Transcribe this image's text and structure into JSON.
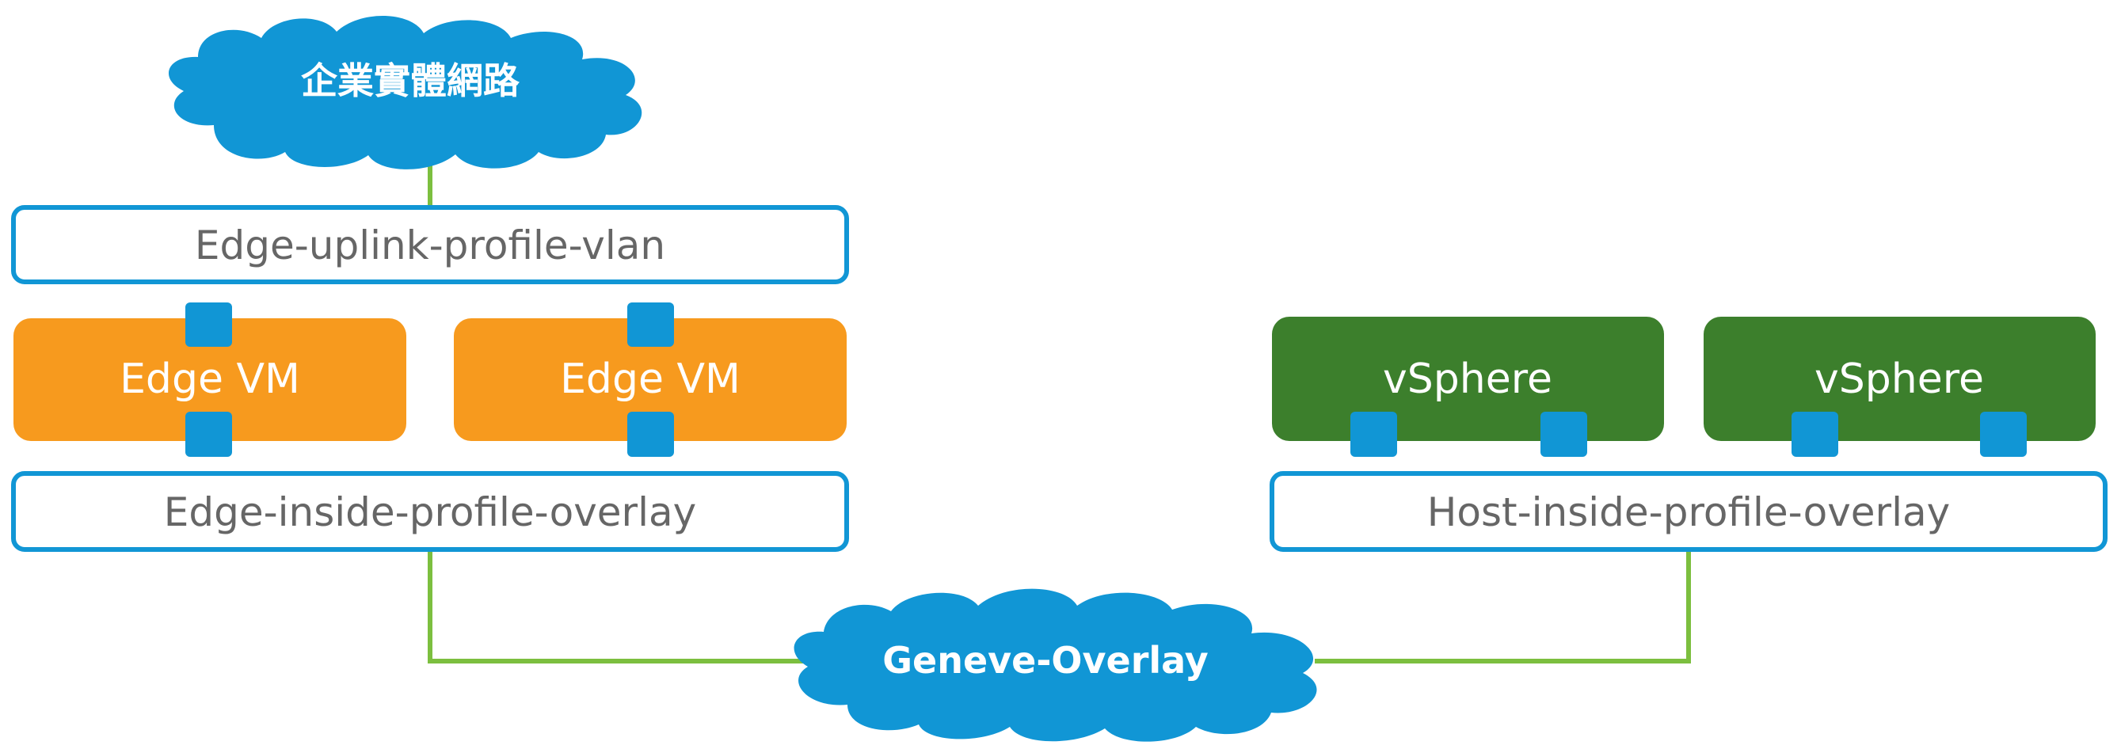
{
  "colors": {
    "cloud": "#1196D5",
    "profile_border": "#1196D5",
    "profile_text": "#666666",
    "edge_vm": "#F79A1E",
    "vsphere": "#3C7F2C",
    "port": "#1196D5",
    "link": "#7CBF3F"
  },
  "clouds": {
    "enterprise": "企業實體網路",
    "overlay": "Geneve-Overlay"
  },
  "profiles": {
    "edge_uplink": "Edge-uplink-profile-vlan",
    "edge_inside": "Edge-inside-profile-overlay",
    "host_inside": "Host-inside-profile-overlay"
  },
  "nodes": {
    "edge_vm_1": "Edge VM",
    "edge_vm_2": "Edge VM",
    "vsphere_1": "vSphere",
    "vsphere_2": "vSphere"
  }
}
